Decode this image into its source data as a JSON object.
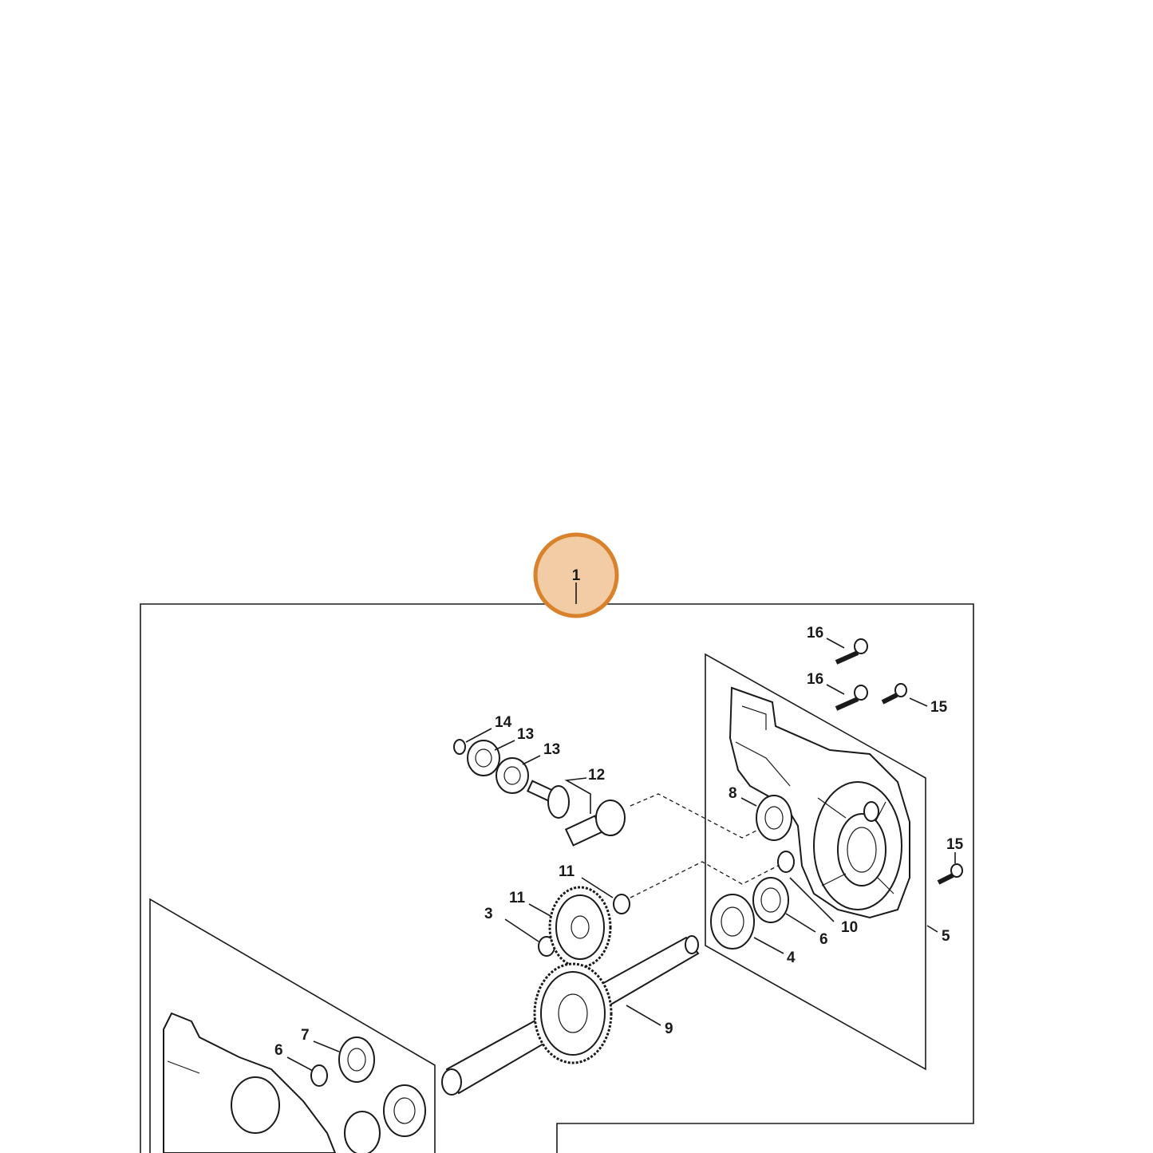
{
  "highlight": {
    "label": "1",
    "color": "#d9822b"
  },
  "callouts": [
    {
      "id": "c16a",
      "text": "16"
    },
    {
      "id": "c16b",
      "text": "16"
    },
    {
      "id": "c15a",
      "text": "15"
    },
    {
      "id": "c15b",
      "text": "15"
    },
    {
      "id": "c14",
      "text": "14"
    },
    {
      "id": "c13a",
      "text": "13"
    },
    {
      "id": "c13b",
      "text": "13"
    },
    {
      "id": "c12",
      "text": "12"
    },
    {
      "id": "c8",
      "text": "8"
    },
    {
      "id": "c11a",
      "text": "11"
    },
    {
      "id": "c11b",
      "text": "11"
    },
    {
      "id": "c10",
      "text": "10"
    },
    {
      "id": "c6a",
      "text": "6"
    },
    {
      "id": "c4",
      "text": "4"
    },
    {
      "id": "c5",
      "text": "5"
    },
    {
      "id": "c3",
      "text": "3"
    },
    {
      "id": "c9",
      "text": "9"
    },
    {
      "id": "c7",
      "text": "7"
    },
    {
      "id": "c6b",
      "text": "6"
    }
  ]
}
